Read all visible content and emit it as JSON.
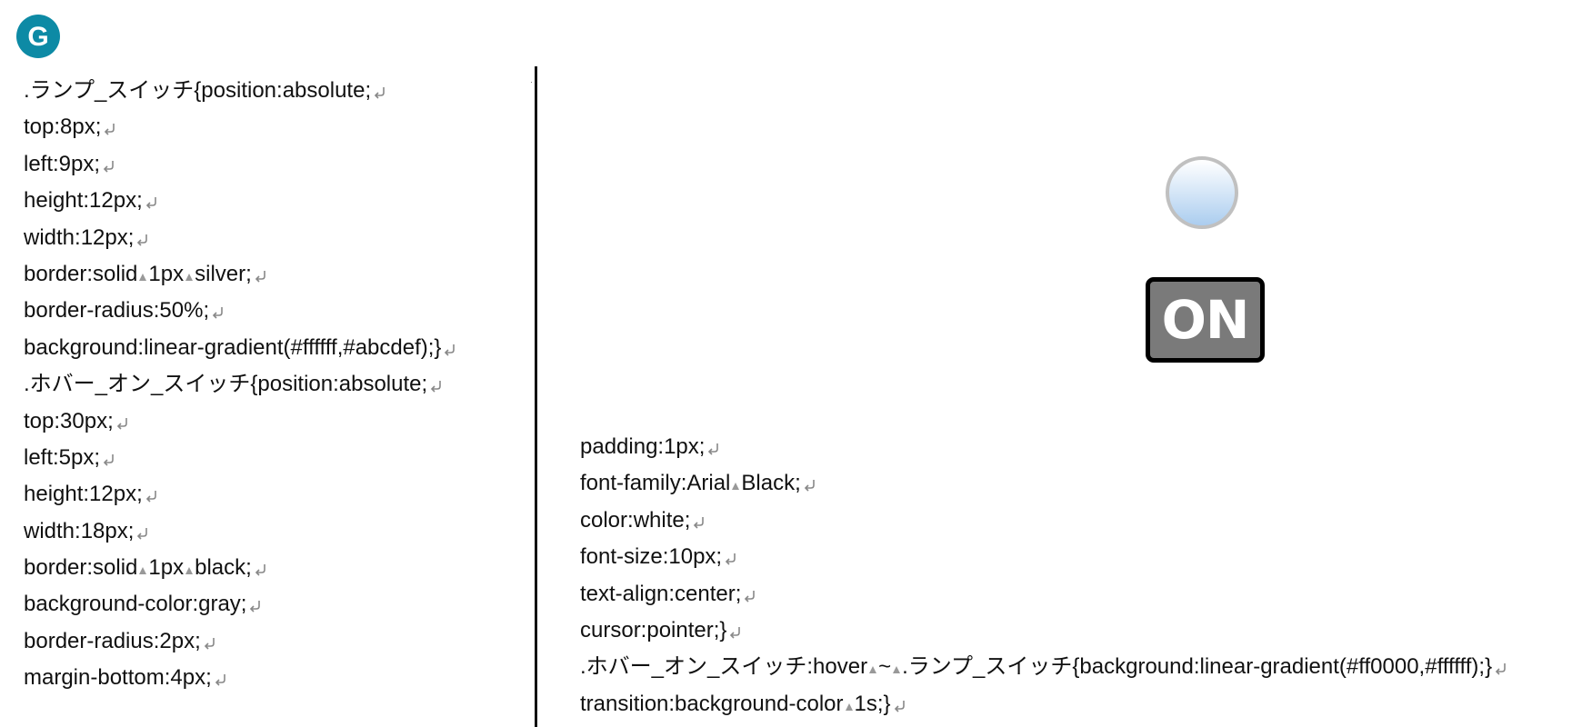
{
  "app": {
    "logo_letter": "G",
    "accent_color": "#0d8aa5"
  },
  "code_left": [
    [
      ".ランプ_スイッチ{position:absolute;"
    ],
    [
      "top:8px;"
    ],
    [
      "left:9px;"
    ],
    [
      "height:12px;"
    ],
    [
      "width:12px;"
    ],
    [
      "border:solid",
      "1px",
      "silver;"
    ],
    [
      "border-radius:50%;"
    ],
    [
      "background:linear-gradient(#ffffff,#abcdef);}"
    ],
    [
      ".ホバー_オン_スイッチ{position:absolute;"
    ],
    [
      "top:30px;"
    ],
    [
      "left:5px;"
    ],
    [
      "height:12px;"
    ],
    [
      "width:18px;"
    ],
    [
      "border:solid",
      "1px",
      "black;"
    ],
    [
      "background-color:gray;"
    ],
    [
      "border-radius:2px;"
    ],
    [
      "margin-bottom:4px;"
    ]
  ],
  "code_right": [
    [
      "padding:1px;"
    ],
    [
      "font-family:Arial",
      "Black;"
    ],
    [
      "color:white;"
    ],
    [
      "font-size:10px;"
    ],
    [
      "text-align:center;"
    ],
    [
      "cursor:pointer;}"
    ],
    [
      ".ホバー_オン_スイッチ:hover",
      "~",
      ".ランプ_スイッチ{background:linear-gradient(#ff0000,#ffffff);}"
    ],
    [
      "transition:background-color",
      "1s;}"
    ]
  ],
  "preview": {
    "switch_label": "ON",
    "lamp_gradient_from": "#ffffff",
    "lamp_gradient_to": "#abcdef",
    "lamp_border_color": "#c0c0c0",
    "switch_bg_color": "#7a7a7a"
  }
}
